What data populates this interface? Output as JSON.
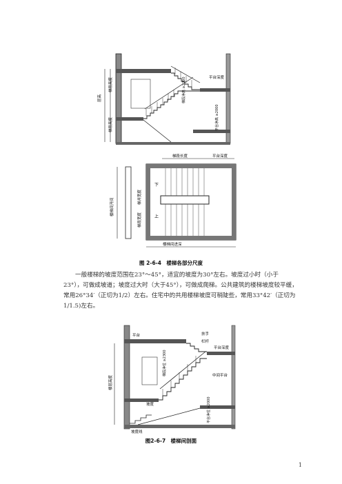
{
  "figure1": {
    "top_labels": {
      "floor_height": "层高",
      "flight_height_a": "梯段高度",
      "flight_height_b": "梯段高度",
      "headroom": "梯段净高 ≥2200",
      "landing_depth": "平台深度",
      "landing_clearance": "平台净高 ≥2000"
    },
    "plan_labels": {
      "flight_length": "梯段长度",
      "landing_depth": "平台深度",
      "stair_width": "楼梯间开间",
      "well_width": "梯井宽度",
      "flight_width": "梯段宽度",
      "stair_depth": "楼梯间进深",
      "down": "下",
      "up": "上"
    },
    "caption": "图 2-6-4　楼梯各部分尺度"
  },
  "paragraph": "一般楼梯的坡度范围在23°～45°，适宜的坡度为30°左右。坡度过小时（小于23°），可做成坡道；坡度过大时（大于45°），可做成爬梯。公共建筑的楼梯坡度较平缓，常用26°34′（正切为1/2）左右。住宅中的共用楼梯坡度可稍陡些，常用33°42′（正切为1/1.5)左右。",
  "figure2": {
    "labels": {
      "handrail": "扶手",
      "railing": "栏杆",
      "landing_depth": "平台深度",
      "landing_top": "平台",
      "floor_height": "楼层高度",
      "flight_clearance": "梯段净位 ≥2300",
      "mid_landing": "中间平台",
      "landing_clearance": "平台净位 ≥2000",
      "slope": "坡度",
      "slope_line": "坡度线"
    },
    "caption": "图2-6-7　楼梯间剖面"
  },
  "page_number": "1"
}
